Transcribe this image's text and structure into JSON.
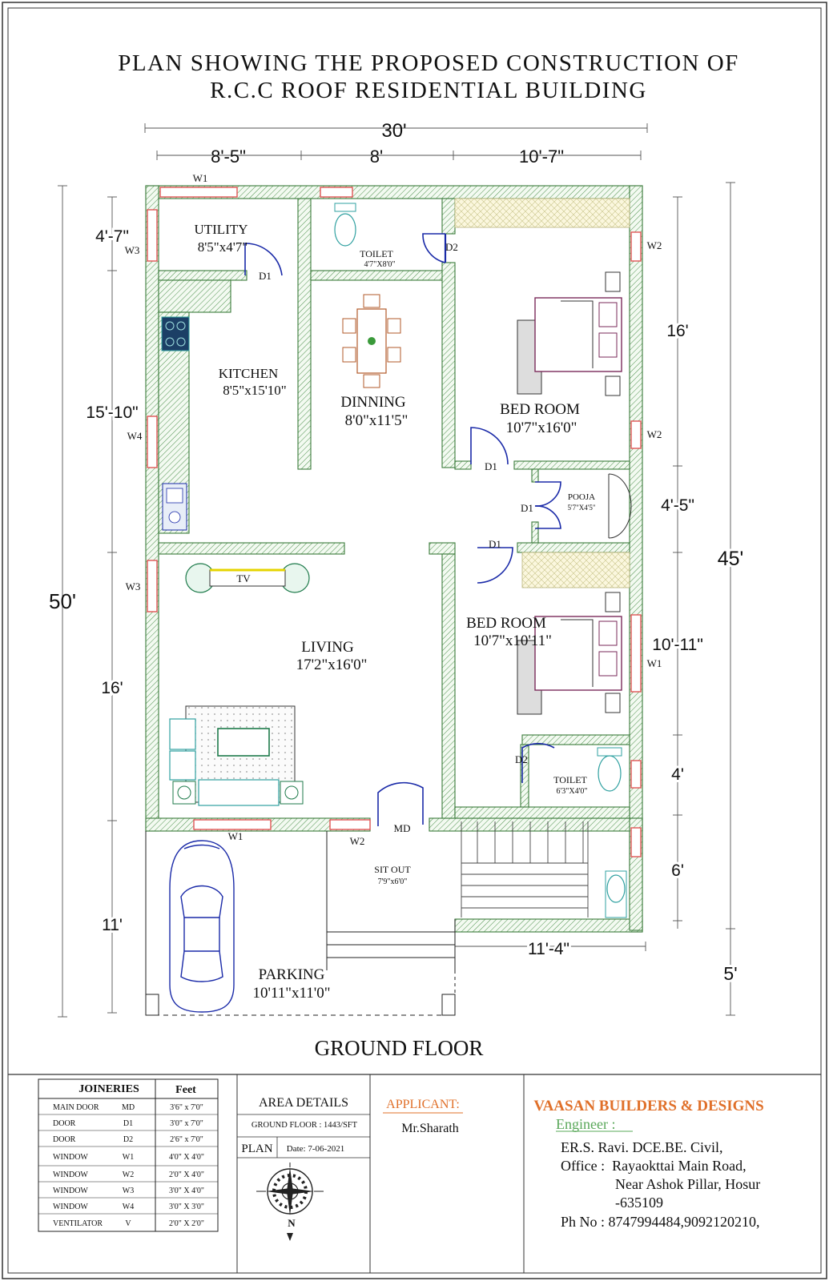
{
  "title": {
    "line1": "PLAN SHOWING THE PROPOSED CONSTRUCTION OF",
    "line2": "R.C.C ROOF RESIDENTIAL BUILDING"
  },
  "dimensions": {
    "top_total": "30'",
    "top_segments": [
      "8'-5\"",
      "8'",
      "10'-7\""
    ],
    "left_total": "50'",
    "left_segments": [
      "4'-7\"",
      "15'-10\"",
      "16'",
      "11'"
    ],
    "right_total": "45'",
    "right_segments": [
      "16'",
      "4'-5\"",
      "10'-11\"",
      "4'",
      "6'",
      "5'"
    ],
    "bottom_segment": "11'-4\""
  },
  "rooms": {
    "utility": {
      "name": "UTILITY",
      "size": "8'5\"x4'7\""
    },
    "toilet_top": {
      "name": "TOILET",
      "size": "4'7\"X8'0\""
    },
    "kitchen": {
      "name": "KITCHEN",
      "size": "8'5\"x15'10\""
    },
    "dinning": {
      "name": "DINNING",
      "size": "8'0\"x11'5\""
    },
    "bedroom1": {
      "name": "BED ROOM",
      "size": "10'7\"x16'0\""
    },
    "pooja": {
      "name": "POOJA",
      "size": "5'7\"X4'5\""
    },
    "living": {
      "name": "LIVING",
      "size": "17'2\"x16'0\""
    },
    "bedroom2": {
      "name": "BED ROOM",
      "size": "10'7\"x10'11\""
    },
    "toilet_bottom": {
      "name": "TOILET",
      "size": "6'3\"X4'0\""
    },
    "sitout": {
      "name": "SIT OUT",
      "size": "7'9\"x6'0\""
    },
    "parking": {
      "name": "PARKING",
      "size": "10'11\"x11'0\""
    }
  },
  "labels": {
    "w1_top": "W1",
    "w3_top": "W3",
    "w2_bed1_top": "W2",
    "w2_bed1_bottom": "W2",
    "w4": "W4",
    "w3_living": "W3",
    "w1_bed2": "W1",
    "d1_utility": "D1",
    "d2_toilet": "D2",
    "d1_bed1": "D1",
    "d1_pooja": "D1",
    "d1_bed2": "D1",
    "d2_toilet2": "D2",
    "w1_front": "W1",
    "w2_front": "W2",
    "md": "MD",
    "tv": "TV"
  },
  "floor_name": "GROUND FLOOR",
  "joineries": {
    "header": [
      "JOINERIES",
      "Feet"
    ],
    "rows": [
      [
        "MAIN DOOR",
        "MD",
        "3'6\" x 7'0\""
      ],
      [
        "DOOR",
        "D1",
        "3'0\" x 7'0\""
      ],
      [
        "DOOR",
        "D2",
        "2'6\" x 7'0\""
      ],
      [
        "WINDOW",
        "W1",
        "4'0\" X 4'0\""
      ],
      [
        "WINDOW",
        "W2",
        "2'0\" X 4'0\""
      ],
      [
        "WINDOW",
        "W3",
        "3'0\" X 4'0\""
      ],
      [
        "WINDOW",
        "W4",
        "3'0\" X 3'0\""
      ],
      [
        "VENTILATOR",
        "V",
        "2'0\" X 2'0\""
      ]
    ]
  },
  "area_details": {
    "title": "AREA DETAILS",
    "ground_floor": "GROUND FLOOR : 1443/SFT",
    "plan_label": "PLAN",
    "date": "Date: 7-06-2021",
    "north": "N"
  },
  "applicant": {
    "label": "APPLICANT:",
    "name": "Mr.Sharath"
  },
  "builder": {
    "name": "VAASAN BUILDERS & DESIGNS",
    "engineer_label": "Engineer :",
    "engineer": "ER.S. Ravi. DCE.BE. Civil,",
    "office_line1": "Office :  Rayaokttai Main Road,",
    "office_line2": "Near Ashok Pillar, Hosur",
    "office_line3": "-635109",
    "phone": "Ph No : 8747994484,9092120210,"
  },
  "colors": {
    "wall_hatch": "#3a7a3a",
    "window": "#e05555",
    "door": "#1a2aa8",
    "builder_name": "#e0702a",
    "engineer_label": "#5aa85a",
    "applicant_label": "#e0702a",
    "furniture": "#2fa0a0"
  }
}
